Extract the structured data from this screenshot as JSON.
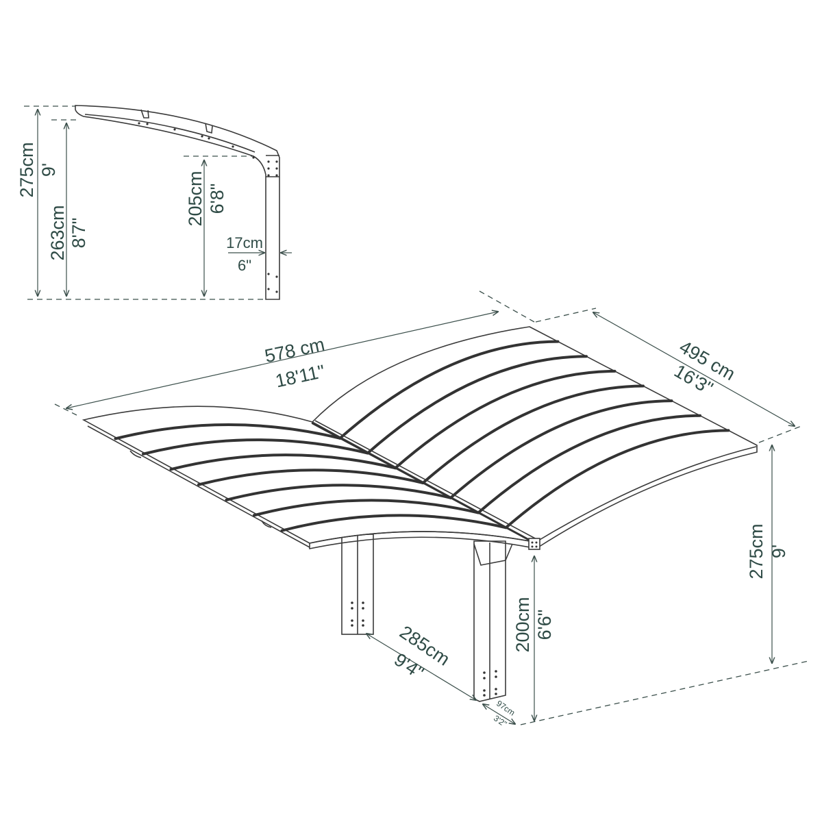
{
  "colors": {
    "dimension_text": "#2f4b46",
    "line_art": "#3a3a3a",
    "background": "#ffffff"
  },
  "side_view": {
    "total_height": {
      "metric": "275cm",
      "imperial": "9'"
    },
    "beam_height": {
      "metric": "263cm",
      "imperial": "8'7\""
    },
    "clearance_height": {
      "metric": "205cm",
      "imperial": "6'8\""
    },
    "post_width": {
      "metric": "17cm",
      "imperial": "6\""
    }
  },
  "main_view": {
    "length": {
      "metric": "578 cm",
      "imperial": "18'11\""
    },
    "width": {
      "metric": "495 cm",
      "imperial": "16'3\""
    },
    "total_height": {
      "metric": "275cm",
      "imperial": "9'"
    },
    "clearance_height": {
      "metric": "200cm",
      "imperial": "6'6\""
    },
    "post_spacing": {
      "metric": "285cm",
      "imperial": "9'4\""
    },
    "post_depth": {
      "metric": "97cm",
      "imperial": "3'2\""
    }
  }
}
